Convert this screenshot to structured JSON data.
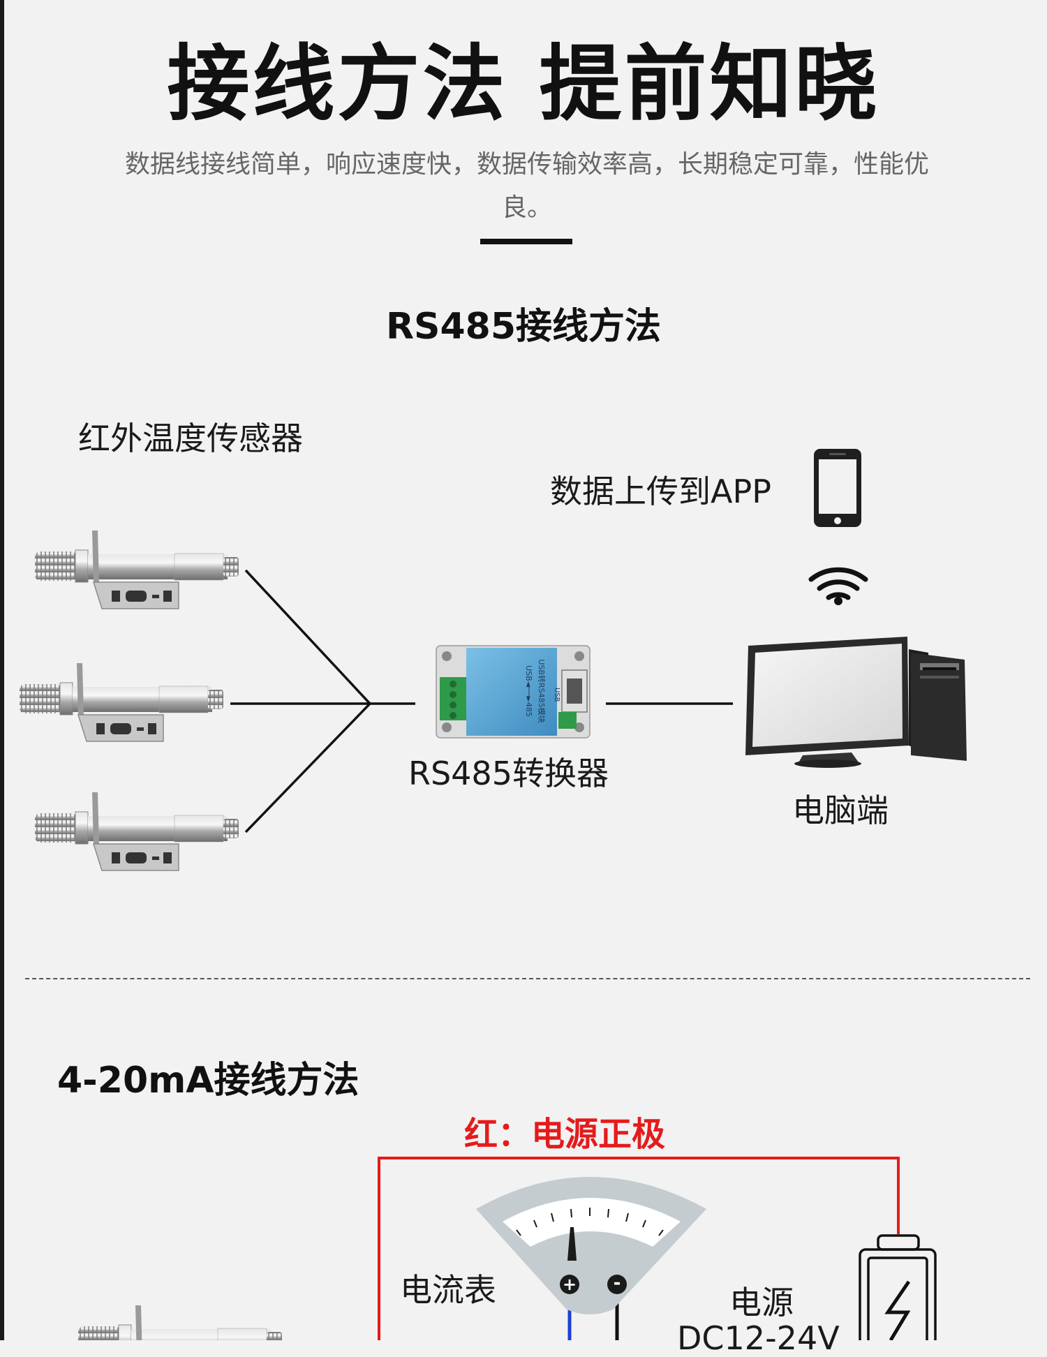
{
  "header": {
    "title": "接线方法 提前知晓",
    "subtitle": "数据线接线简单，响应速度快，数据传输效率高，长期稳定可靠，性能优良。"
  },
  "rs485": {
    "heading": "RS485接线方法",
    "sensor_label": "红外温度传感器",
    "app_label": "数据上传到APP",
    "converter_label": "RS485转换器",
    "computer_label": "电脑端",
    "converter_text": "USB转RS485模块",
    "converter_sub": "USB◄──►485",
    "converter_port": "USB"
  },
  "ma": {
    "heading": "4-20mA接线方法",
    "red_label": "红：电源正极",
    "ammeter_label": "电流表",
    "power_label": "电源",
    "voltage_label": "DC12-24V",
    "plus": "+",
    "minus": "-"
  },
  "colors": {
    "red_wire": "#e51b1b",
    "blue_wire": "#1f3fd6",
    "wire": "#111111",
    "sensor_steel": "#b9b9b9",
    "converter_blue": "#5aa9d6",
    "terminal_green": "#2f9a4a",
    "ammeter_gray": "#c4cccf"
  },
  "icons": [
    "smartphone-icon",
    "wifi-icon",
    "computer-icon",
    "battery-icon",
    "lightning-icon"
  ]
}
